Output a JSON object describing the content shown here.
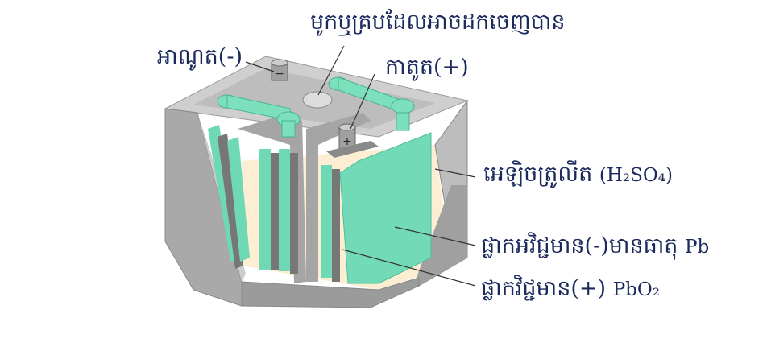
{
  "labels": {
    "cover": "មូកឬគ្របដែលអាចដកចេញបាន",
    "anode": "អាណូត(-)",
    "cathode": "កាតូត(+)",
    "electrolyte": "អេឡិចត្រូលីត",
    "electrolyte_formula": "(H₂SO₄)",
    "negative_plate": "ផ្លាកអវិជ្ជមាន(-)មានធាតុ",
    "negative_plate_formula": "Pb",
    "positive_plate": "ផ្លាកវិជ្ជមាន(+)",
    "positive_plate_formula": "PbO₂"
  },
  "terminal_signs": {
    "negative": "−",
    "positive": "+"
  },
  "colors": {
    "text": "#1b2a5c",
    "plate": "#6fd8b4",
    "case": "#b8b8b8",
    "electrolyte": "#fbeed2"
  }
}
